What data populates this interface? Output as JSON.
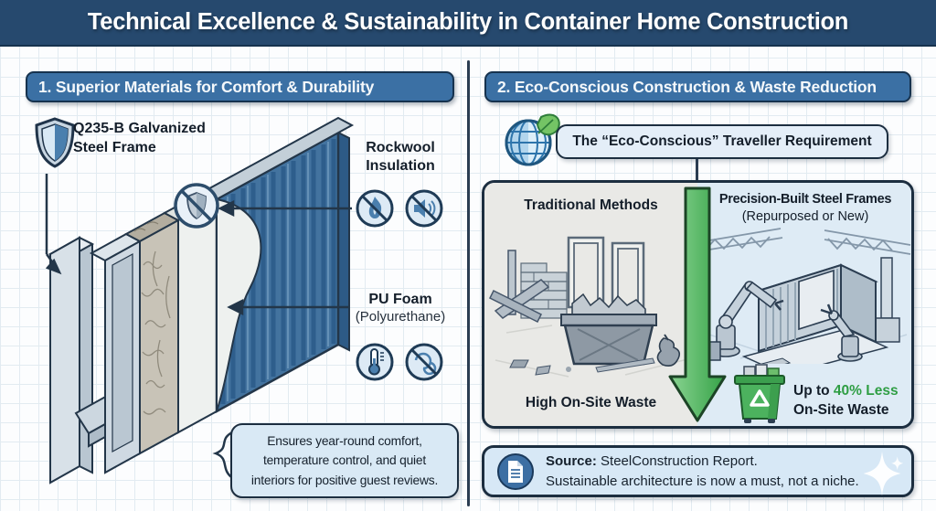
{
  "title": "Technical Excellence & Sustainability in Container Home Construction",
  "colors": {
    "header_bg": "#26496e",
    "panel_header_bg": "#3b70a4",
    "border_navy": "#1c2e40",
    "light_blue_fill": "#d9e9f5",
    "accent_green": "#2f9e44",
    "container_blue": "#3f6f9e",
    "traditional_bg": "#e9e9e6",
    "precision_bg": "#deebf5"
  },
  "left_panel": {
    "header": "1. Superior Materials for Comfort & Durability",
    "steel_frame_label": {
      "line1": "Q235-B Galvanized",
      "line2": "Steel Frame"
    },
    "rockwool_label": {
      "line1": "Rockwool",
      "line2": "Insulation"
    },
    "pu_foam_label": {
      "line1": "PU Foam",
      "line2": "(Polyurethane)"
    },
    "note_lines": [
      "Ensures year-round comfort,",
      "temperature control, and quiet",
      "interiors for positive guest reviews."
    ],
    "icons": [
      "shield-icon",
      "no-rust-icon",
      "no-fire-icon",
      "no-sound-icon",
      "thermometer-icon",
      "no-draft-icon"
    ]
  },
  "right_panel": {
    "header": "2. Eco-Conscious Construction & Waste Reduction",
    "requirement_banner": "The “Eco-Conscious” Traveller Requirement",
    "comparison": {
      "traditional": {
        "title": "Traditional Methods",
        "caption": "High On-Site Waste"
      },
      "precision": {
        "title": "Precision-Built Steel Frames",
        "subtitle": "(Repurposed or New)",
        "stat_prefix": "Up to ",
        "stat_highlight": "40% Less",
        "stat_line2": "On-Site Waste"
      }
    },
    "source": {
      "label": "Source:",
      "text": " SteelConstruction Report.",
      "line2": "Sustainable architecture is now a must, not a niche."
    },
    "icons": [
      "globe-leaf-icon",
      "down-arrow",
      "recycle-bin-icon",
      "document-icon",
      "sparkle-icon"
    ]
  }
}
